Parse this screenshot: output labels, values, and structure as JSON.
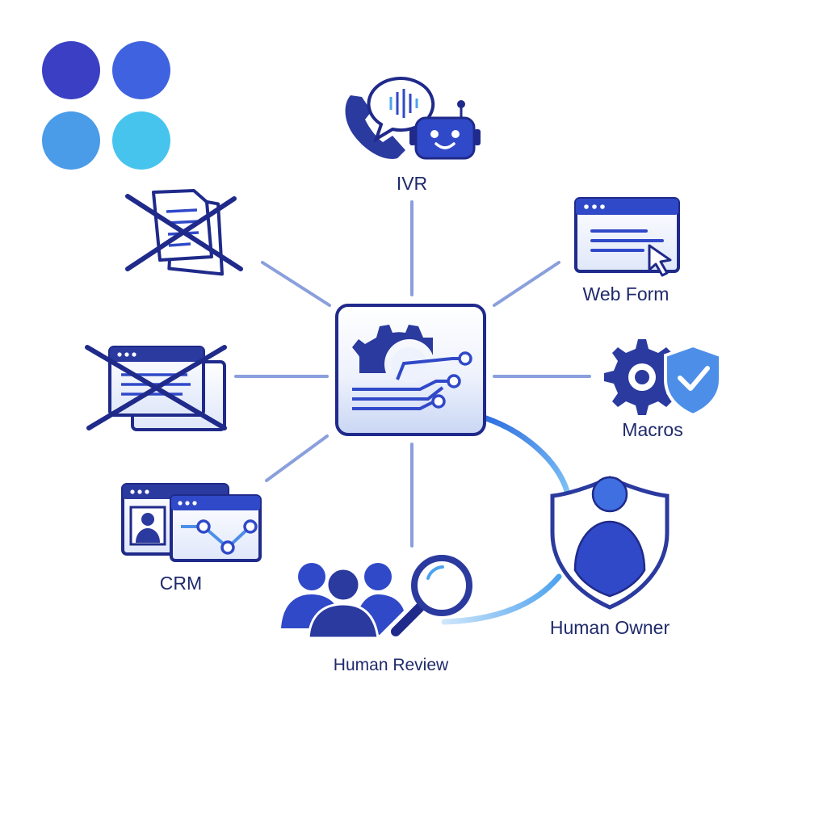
{
  "colors": {
    "navy": "#1f2a8a",
    "royal": "#3049c8",
    "blue": "#3f6fe0",
    "sky": "#4da3ee",
    "cyan": "#47c4ee",
    "connector": "#7f95d6",
    "label": "#1f2a6b"
  },
  "logo": {
    "dots": [
      "#3a3fc4",
      "#3f62e0",
      "#4a9be8",
      "#47c4ee"
    ]
  },
  "hub": {
    "icon": "gear-circuit-icon"
  },
  "nodes": {
    "ivr": {
      "label": "IVR",
      "icon": "phone-chat-bot-icon"
    },
    "web_form": {
      "label": "Web Form",
      "icon": "browser-form-cursor-icon"
    },
    "macros": {
      "label": "Macros",
      "icon": "gear-shield-check-icon"
    },
    "human_owner": {
      "label": "Human Owner",
      "icon": "person-shield-icon"
    },
    "human_review": {
      "label": "Human Review",
      "icon": "people-magnifier-icon"
    },
    "crm": {
      "label": "CRM",
      "icon": "crm-windows-icon"
    },
    "crossed_documents": {
      "label": "",
      "icon": "crossed-documents-icon"
    },
    "crossed_windows": {
      "label": "",
      "icon": "crossed-windows-icon"
    }
  }
}
